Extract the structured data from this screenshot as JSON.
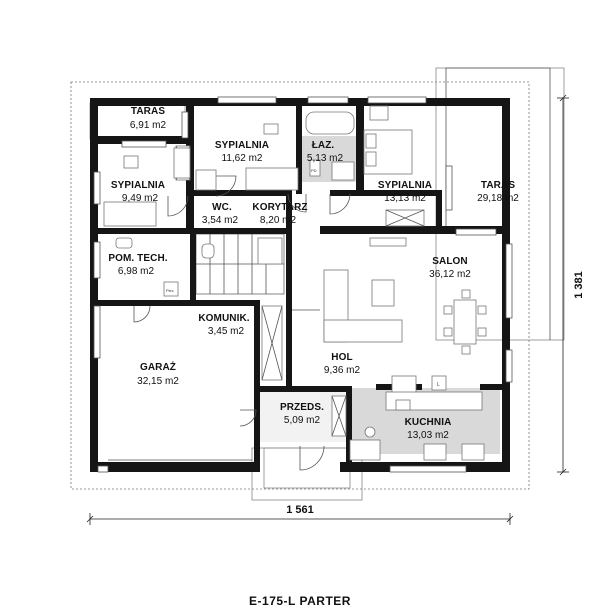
{
  "plan": {
    "title": "E-175-L PARTER",
    "dim_width": "1 561",
    "dim_height": "1 381",
    "rooms": [
      {
        "name": "TARAS",
        "area": "6,91 m2"
      },
      {
        "name": "SYPIALNIA",
        "area": "11,62 m2"
      },
      {
        "name": "ŁAZ.",
        "area": "5,13 m2"
      },
      {
        "name": "SYPIALNIA",
        "area": "13,13 m2"
      },
      {
        "name": "TARAS",
        "area": "29,18 m2"
      },
      {
        "name": "SYPIALNIA",
        "area": "9,49 m2"
      },
      {
        "name": "WC.",
        "area": "3,54 m2"
      },
      {
        "name": "KORYTARZ",
        "area": "8,20 m2"
      },
      {
        "name": "POM. TECH.",
        "area": "6,98 m2"
      },
      {
        "name": "SALON",
        "area": "36,12 m2"
      },
      {
        "name": "KOMUNIK.",
        "area": "3,45 m2"
      },
      {
        "name": "GARAŻ",
        "area": "32,15 m2"
      },
      {
        "name": "HOL",
        "area": "9,36 m2"
      },
      {
        "name": "PRZEDS.",
        "area": "5,09 m2"
      },
      {
        "name": "KUCHNIA",
        "area": "13,03 m2"
      }
    ],
    "labels": {
      "boiler": "Piec",
      "fridge": "L",
      "laundry": "PD"
    },
    "colors": {
      "wall": "#151515",
      "tile": "#d9d9d9",
      "outline": "#555555"
    }
  }
}
